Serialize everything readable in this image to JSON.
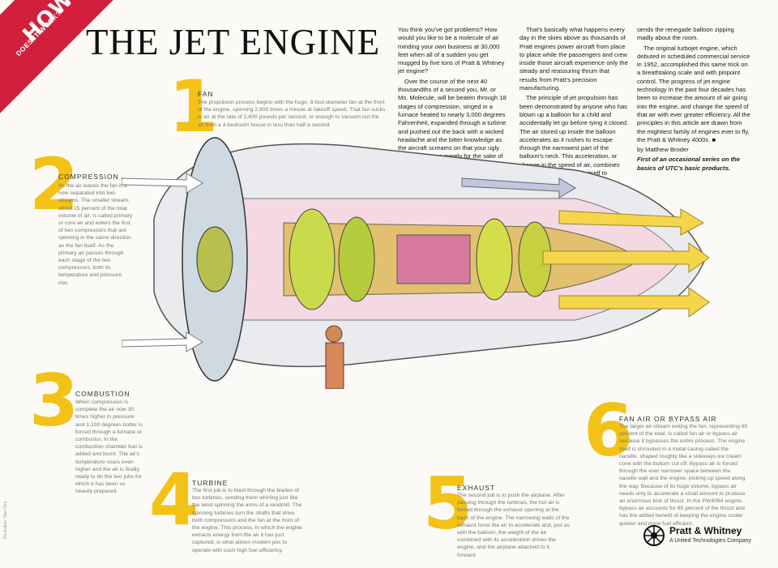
{
  "badge": {
    "how": "HOW",
    "sub": "DOES IT WORK?"
  },
  "title": "THE JET ENGINE",
  "article": {
    "col1": [
      "You think you've got problems? How would you like to be a molecule of air minding your own business at 30,000 feet when all of a sudden you get mugged by five tons of Pratt & Whitney jet engine?",
      "Over the course of the next 40 thousandths of a second you, Mr. or Ms. Molecule, will be beaten through 18 stages of compression, singed in a furnace heated to nearly 3,000 degrees Fahrenheit, expanded through a turbine and pushed out the back with a wicked headache and the bitter knowledge as the aircraft screams on that your ugly ordeal has been merely for the sake of getting Aunt Marge to Phoenix for a much needed rest."
    ],
    "col2": [
      "That's basically what happens every day in the skies above as thousands of Pratt engines power aircraft from place to place while the passengers and crew inside those aircraft experience only the steady and reassuring thrum that results from Pratt's precision manufacturing.",
      "The principle of jet propulsion has been demonstrated by anyone who has blown up a balloon for a child and accidentally let go before tying it closed. The air stored up inside the balloon accelerates as it rushes to escape through the narrowest part of the balloon's neck. This acceleration, or change in the speed of air, combines with the weight of the air itself to produce thrust. It is the thrust that"
    ],
    "col3": [
      "sends the renegade balloon zipping madly about the room.",
      "The original turbojet engine, which debuted in scheduled commercial service in 1952, accomplished this same trick on a breathtaking scale and with pinpoint control. The progress of jet engine technology in the past four decades has been to increase the amount of air going into the engine, and change the speed of that air with ever greater efficiency. All the principles in this article are drawn from the mightiest family of engines ever to fly, the Pratt & Whitney 4000s. ■",
      "by Matthew Broder"
    ],
    "note": "First of an occasional series on the basics of UTC's basic products."
  },
  "steps": [
    {
      "num": "1",
      "title": "Fan",
      "text": "The propulsion process begins with the huge, 8-foot-diameter fan at the front of the engine, spinning 2,800 times a minute at takeoff speed. That fan sucks in air at the rate of 2,600 pounds per second, or enough to vacuum out the air from a 4-bedroom house in less than half a second."
    },
    {
      "num": "2",
      "title": "Compression",
      "text": "As the air leaves the fan it is now separated into two streams. The smaller stream, about 15 percent of the total volume of air, is called primary or core air and enters the first of two compressors that are spinning in the same direction as the fan itself. As the primary air passes through each stage of the two compressors, both its temperature and pressure rise."
    },
    {
      "num": "3",
      "title": "Combustion",
      "text": "When compression is complete the air now 30 times higher in pressure and 1,100 degrees hotter is forced through a furnace or combustor. In the combustion chamber fuel is added and burnt. The air's temperature soars even higher and the air is finally ready to do the two jobs for which it has been so heavily prepared."
    },
    {
      "num": "4",
      "title": "Turbine",
      "text": "The first job is to blast through the blades of two turbines, sending them whirling just like the wind spinning the arms of a windmill. The spinning turbines turn the shafts that drive both compressors and the fan at the front of the engine. This process, in which the engine extracts energy from the air it has just captured, is what allows modern jets to operate with such high fuel efficiency."
    },
    {
      "num": "5",
      "title": "Exhaust",
      "text": "The second job is to push the airplane. After passing through the turbines, the hot air is forced through the exhaust opening at the back of the engine. The narrowing walls of the exhaust force the air to accelerate and, just as with the balloon, the weight of the air combined with its acceleration drives the engine, and the airplane attached to it, forward."
    },
    {
      "num": "6",
      "title": "Fan Air or Bypass Air",
      "text": "The larger air stream exiting the fan, representing 85 percent of the total, is called fan air or bypass air because it bypasses the entire process. The engine itself is shrouded in a metal casing called the nacelle, shaped roughly like a sideways ice cream cone with the bottom cut off. Bypass air is forced through the ever narrower space between the nacelle wall and the engine, picking up speed along the way. Because of its huge volume, bypass air needs only to accelerate a small amount to produce an enormous kick of thrust. In the PW4084 engine, bypass air accounts for 80 percent of the thrust and has the added benefit of keeping the engine cooler quieter and more fuel efficient."
    }
  ],
  "logo": {
    "name": "Pratt & Whitney",
    "sub": "A United Technologies Company"
  },
  "credit": "Illustration: Stan Stra",
  "colors": {
    "number": "#f2c216",
    "badge": "#d21f3c",
    "arrows": "#f5d64a"
  }
}
